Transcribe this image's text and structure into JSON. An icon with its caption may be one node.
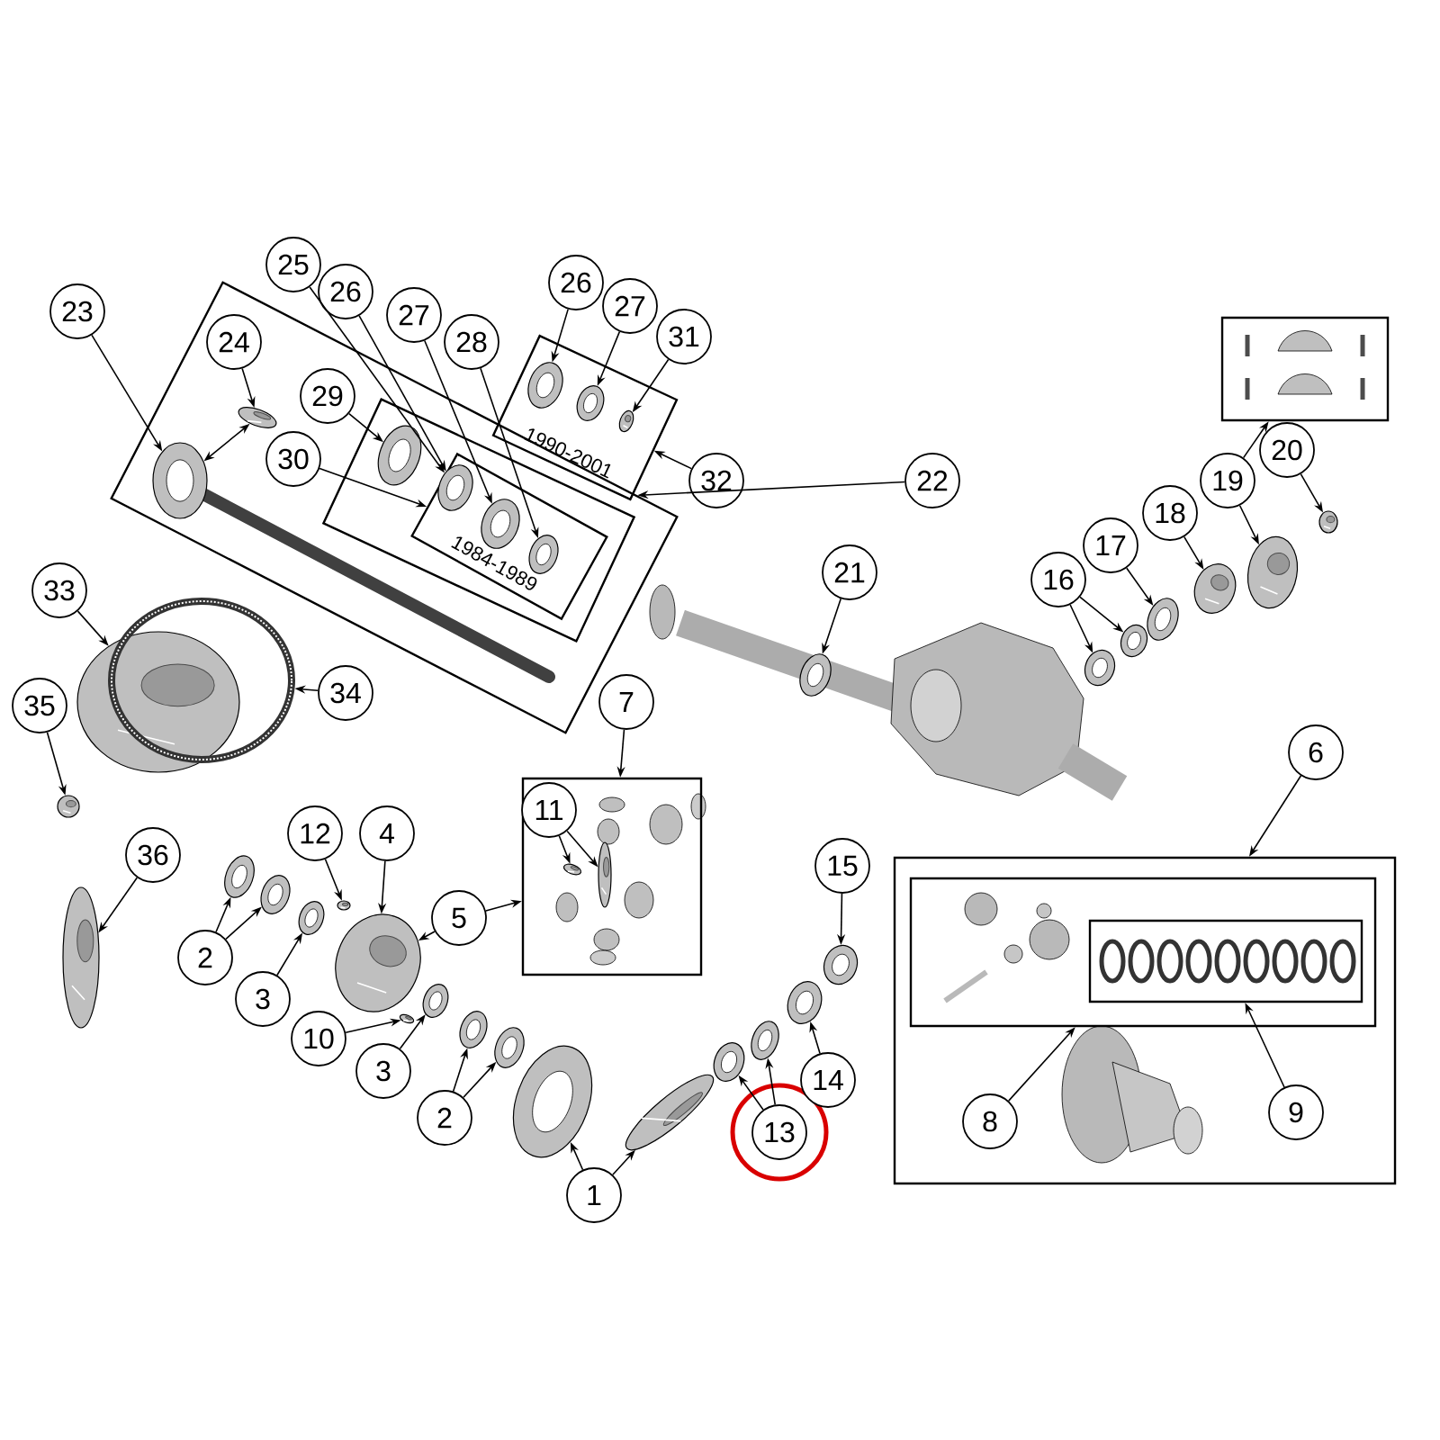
{
  "diagram": {
    "nodes": [
      {
        "text": [],
        "shape": "box"
      },
      {
        "text": [
          "23"
        ]
      },
      {
        "text": [],
        "shape": "picture",
        "in": 0
      },
      {
        "text": [
          "24"
        ],
        "in": 0
      },
      {
        "text": [],
        "shape": "picture",
        "in": 0
      },
      {
        "text": [],
        "shape": "box",
        "in": 0
      },
      {
        "text": [],
        "shape": "picture",
        "in": 5
      },
      {
        "text": [
          "1984-1989"
        ],
        "in": 5
      },
      {
        "text": [],
        "shape": "picture",
        "in": 7
      },
      {
        "text": [],
        "shape": "picture",
        "in": 7
      },
      {
        "text": [],
        "shape": "picture",
        "in": 7
      },
      {
        "text": [
          "25"
        ]
      },
      {
        "text": [
          "26"
        ]
      },
      {
        "text": [
          "27"
        ]
      },
      {
        "text": [
          "28"
        ]
      },
      {
        "text": [
          "29"
        ],
        "in": 0
      },
      {
        "text": [
          "30"
        ],
        "in": 0
      },
      {
        "text": [
          "1990-2001"
        ]
      },
      {
        "text": [],
        "shape": "picture",
        "in": 17
      },
      {
        "text": [],
        "shape": "picture",
        "in": 17
      },
      {
        "text": [],
        "shape": "picture",
        "in": 17
      },
      {
        "text": [
          "26"
        ]
      },
      {
        "text": [
          "27"
        ]
      },
      {
        "text": [
          "31"
        ]
      },
      {
        "text": [
          "32"
        ]
      },
      {
        "text": [
          "22"
        ]
      },
      {
        "text": [
          "21"
        ]
      },
      {
        "text": [],
        "shape": "picture"
      },
      {
        "text": [],
        "shape": "box"
      },
      {
        "text": [
          "20"
        ]
      },
      {
        "text": [],
        "shape": "picture"
      },
      {
        "text": [
          "19"
        ]
      },
      {
        "text": [],
        "shape": "picture"
      },
      {
        "text": [
          "18"
        ]
      },
      {
        "text": [],
        "shape": "picture"
      },
      {
        "text": [
          "17"
        ]
      },
      {
        "text": [],
        "shape": "picture"
      },
      {
        "text": [
          "16"
        ]
      },
      {
        "text": [],
        "shape": "picture"
      },
      {
        "text": [],
        "shape": "picture"
      },
      {
        "text": [
          "33"
        ]
      },
      {
        "text": [],
        "shape": "picture"
      },
      {
        "text": [],
        "shape": "picture"
      },
      {
        "text": [
          "34"
        ]
      },
      {
        "text": [
          "35"
        ]
      },
      {
        "text": [],
        "shape": "picture"
      },
      {
        "text": [
          "36"
        ]
      },
      {
        "text": [],
        "shape": "picture"
      },
      {
        "text": [
          "7"
        ]
      },
      {
        "text": [],
        "shape": "box"
      },
      {
        "text": [
          "11"
        ],
        "in": 49
      },
      {
        "text": [],
        "shape": "picture",
        "in": 49
      },
      {
        "text": [],
        "shape": "picture",
        "in": 49
      },
      {
        "text": [
          "12"
        ]
      },
      {
        "text": [
          "4"
        ]
      },
      {
        "text": [
          "5"
        ]
      },
      {
        "text": [
          "2"
        ]
      },
      {
        "text": [
          "3"
        ]
      },
      {
        "text": [],
        "shape": "picture"
      },
      {
        "text": [],
        "shape": "picture"
      },
      {
        "text": [],
        "shape": "picture"
      },
      {
        "text": [],
        "shape": "picture"
      },
      {
        "text": [],
        "shape": "picture"
      },
      {
        "text": [
          "10"
        ]
      },
      {
        "text": [
          "3"
        ]
      },
      {
        "text": [
          "2"
        ]
      },
      {
        "text": [],
        "shape": "picture"
      },
      {
        "text": [],
        "shape": "picture"
      },
      {
        "text": [],
        "shape": "picture"
      },
      {
        "text": [],
        "shape": "picture"
      },
      {
        "text": [],
        "shape": "picture"
      },
      {
        "text": [],
        "shape": "picture"
      },
      {
        "text": [
          "1"
        ]
      },
      {
        "text": [
          "13"
        ]
      },
      {
        "text": [],
        "shape": "picture"
      },
      {
        "text": [],
        "shape": "picture"
      },
      {
        "text": [
          "14"
        ]
      },
      {
        "text": [],
        "shape": "picture"
      },
      {
        "text": [
          "15"
        ]
      },
      {
        "text": [],
        "shape": "picture"
      },
      {
        "text": [
          "6"
        ]
      },
      {
        "text": [],
        "shape": "box"
      },
      {
        "text": [],
        "shape": "box",
        "in": 81
      },
      {
        "text": [],
        "shape": "box",
        "in": 82
      },
      {
        "text": [
          "8"
        ],
        "in": 81
      },
      {
        "text": [
          "9"
        ],
        "in": 81
      }
    ],
    "edges": [
      {
        "from": 1,
        "to": 2,
        "arrow": "to"
      },
      {
        "from": 3,
        "to": 4,
        "arrow": "to"
      },
      {
        "from": 4,
        "to": 2,
        "arrow": "both"
      },
      {
        "from": 11,
        "to": 8,
        "arrow": "to"
      },
      {
        "from": 12,
        "to": 8,
        "arrow": "to"
      },
      {
        "from": 13,
        "to": 9,
        "arrow": "to"
      },
      {
        "from": 14,
        "to": 10,
        "arrow": "to"
      },
      {
        "from": 15,
        "to": 6,
        "arrow": "to"
      },
      {
        "from": 16,
        "to": 7,
        "arrow": "to"
      },
      {
        "from": 21,
        "to": 18,
        "arrow": "to"
      },
      {
        "from": 22,
        "to": 19,
        "arrow": "to"
      },
      {
        "from": 23,
        "to": 20,
        "arrow": "to"
      },
      {
        "from": 24,
        "to": 17,
        "arrow": "to"
      },
      {
        "from": 25,
        "to": 0,
        "arrow": "to"
      },
      {
        "from": 26,
        "to": 27,
        "arrow": "to"
      },
      {
        "from": 29,
        "to": 30,
        "arrow": "to"
      },
      {
        "from": 31,
        "to": 28,
        "arrow": "to"
      },
      {
        "from": 31,
        "to": 32,
        "arrow": "to"
      },
      {
        "from": 33,
        "to": 34,
        "arrow": "to"
      },
      {
        "from": 35,
        "to": 36,
        "arrow": "to"
      },
      {
        "from": 37,
        "to": 38,
        "arrow": "to"
      },
      {
        "from": 37,
        "to": 39,
        "arrow": "to"
      },
      {
        "from": 40,
        "to": 41,
        "arrow": "to"
      },
      {
        "from": 43,
        "to": 42,
        "arrow": "to"
      },
      {
        "from": 44,
        "to": 45,
        "arrow": "to"
      },
      {
        "from": 46,
        "to": 47,
        "arrow": "to"
      },
      {
        "from": 48,
        "to": 49,
        "arrow": "to"
      },
      {
        "from": 50,
        "to": 51,
        "arrow": "to"
      },
      {
        "from": 50,
        "to": 52,
        "arrow": "to"
      },
      {
        "from": 53,
        "to": 61,
        "arrow": "to"
      },
      {
        "from": 54,
        "to": 62,
        "arrow": "to"
      },
      {
        "from": 55,
        "to": 62,
        "arrow": "to"
      },
      {
        "from": 55,
        "to": 49,
        "arrow": "to"
      },
      {
        "from": 56,
        "to": 58,
        "arrow": "to"
      },
      {
        "from": 56,
        "to": 59,
        "arrow": "to"
      },
      {
        "from": 57,
        "to": 60,
        "arrow": "to"
      },
      {
        "from": 63,
        "to": 66,
        "arrow": "to"
      },
      {
        "from": 64,
        "to": 67,
        "arrow": "to"
      },
      {
        "from": 65,
        "to": 68,
        "arrow": "to"
      },
      {
        "from": 65,
        "to": 69,
        "arrow": "to"
      },
      {
        "from": 72,
        "to": 70,
        "arrow": "to"
      },
      {
        "from": 72,
        "to": 71,
        "arrow": "to"
      },
      {
        "from": 73,
        "to": 74,
        "arrow": "to"
      },
      {
        "from": 73,
        "to": 75,
        "arrow": "to"
      },
      {
        "from": 76,
        "to": 77,
        "arrow": "to"
      },
      {
        "from": 78,
        "to": 79,
        "arrow": "to"
      },
      {
        "from": 80,
        "to": 81,
        "arrow": "to"
      },
      {
        "from": 84,
        "to": 82,
        "arrow": "to"
      },
      {
        "from": 85,
        "to": 83,
        "arrow": "to"
      }
    ]
  }
}
